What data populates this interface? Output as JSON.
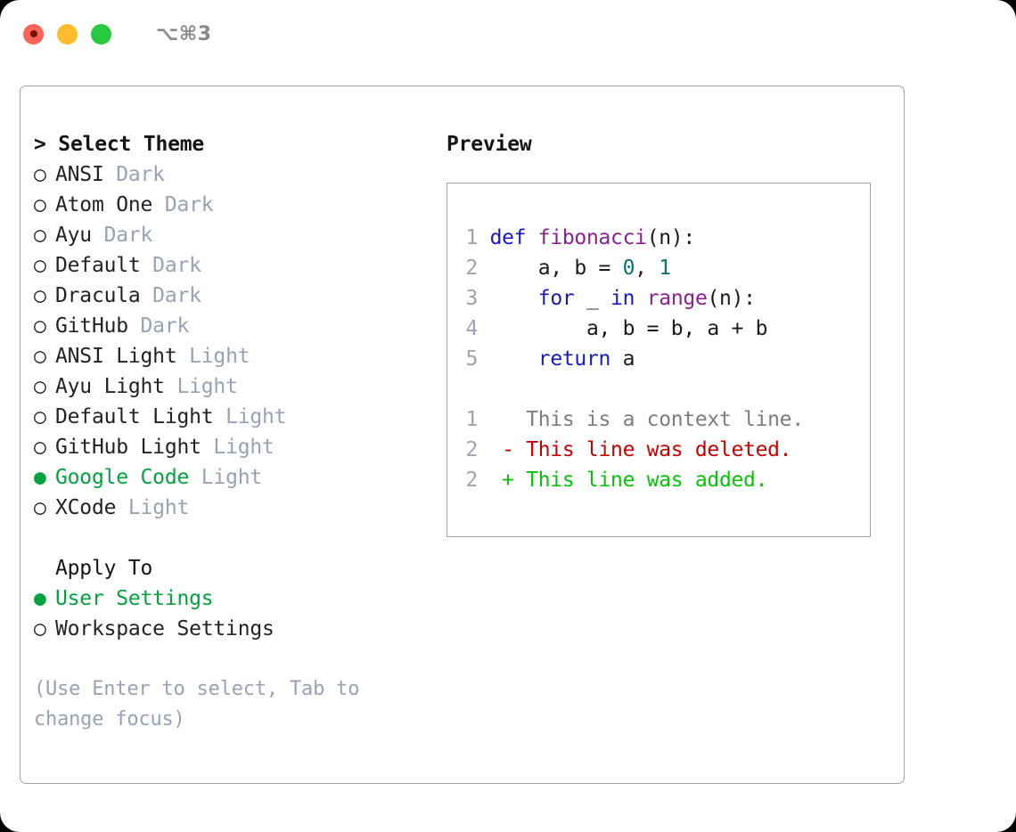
{
  "window": {
    "traffic_lights": [
      "close-red",
      "minimize-yellow",
      "maximize-green"
    ],
    "shortcut": "⌥⌘3"
  },
  "theme_picker": {
    "header": "> Select Theme",
    "bullet_on": "●",
    "bullet_off": "○",
    "items": [
      {
        "name": "ANSI",
        "badge": "Dark",
        "selected": false
      },
      {
        "name": "Atom One",
        "badge": "Dark",
        "selected": false
      },
      {
        "name": "Ayu",
        "badge": "Dark",
        "selected": false
      },
      {
        "name": "Default",
        "badge": "Dark",
        "selected": false
      },
      {
        "name": "Dracula",
        "badge": "Dark",
        "selected": false
      },
      {
        "name": "GitHub",
        "badge": "Dark",
        "selected": false
      },
      {
        "name": "ANSI Light",
        "badge": "Light",
        "selected": false
      },
      {
        "name": "Ayu Light",
        "badge": "Light",
        "selected": false
      },
      {
        "name": "Default Light",
        "badge": "Light",
        "selected": false
      },
      {
        "name": "GitHub Light",
        "badge": "Light",
        "selected": false
      },
      {
        "name": "Google Code",
        "badge": "Light",
        "selected": true
      },
      {
        "name": "XCode",
        "badge": "Light",
        "selected": false
      }
    ]
  },
  "apply_to": {
    "header": "Apply To",
    "items": [
      {
        "name": "User Settings",
        "selected": true
      },
      {
        "name": "Workspace Settings",
        "selected": false
      }
    ]
  },
  "hint": "(Use Enter to select, Tab to change focus)",
  "preview": {
    "title": "Preview",
    "code_lines": [
      {
        "num": "1",
        "tokens": [
          {
            "t": "def ",
            "c": "kw"
          },
          {
            "t": "fibonacci",
            "c": "fn"
          },
          {
            "t": "(n):",
            "c": "pl"
          }
        ]
      },
      {
        "num": "2",
        "tokens": [
          {
            "t": "    a, b = ",
            "c": "pl"
          },
          {
            "t": "0",
            "c": "num"
          },
          {
            "t": ", ",
            "c": "pl"
          },
          {
            "t": "1",
            "c": "num"
          }
        ]
      },
      {
        "num": "3",
        "tokens": [
          {
            "t": "    ",
            "c": "pl"
          },
          {
            "t": "for",
            "c": "kw"
          },
          {
            "t": " _ ",
            "c": "pl"
          },
          {
            "t": "in",
            "c": "kw"
          },
          {
            "t": " ",
            "c": "pl"
          },
          {
            "t": "range",
            "c": "fn"
          },
          {
            "t": "(n):",
            "c": "pl"
          }
        ]
      },
      {
        "num": "4",
        "tokens": [
          {
            "t": "        a, b = b, a + b",
            "c": "pl"
          }
        ]
      },
      {
        "num": "5",
        "tokens": [
          {
            "t": "    ",
            "c": "pl"
          },
          {
            "t": "return",
            "c": "kw"
          },
          {
            "t": " a",
            "c": "pl"
          }
        ]
      }
    ],
    "diff_lines": [
      {
        "num": "1",
        "marker": "  ",
        "text": "This is a context line.",
        "kind": "ctx"
      },
      {
        "num": "2",
        "marker": "- ",
        "text": "This line was deleted.",
        "kind": "del"
      },
      {
        "num": "2",
        "marker": "+ ",
        "text": "This line was added.",
        "kind": "add"
      }
    ]
  },
  "colors": {
    "accent_green": "#00a33d",
    "muted_blue_gray": "#97a3b4",
    "keyword_blue": "#1919c4",
    "function_purple": "#8e1f8e",
    "number_teal": "#0b7373",
    "diff_deleted": "#c80000",
    "diff_added": "#06c406",
    "border": "#9aa5b4"
  }
}
